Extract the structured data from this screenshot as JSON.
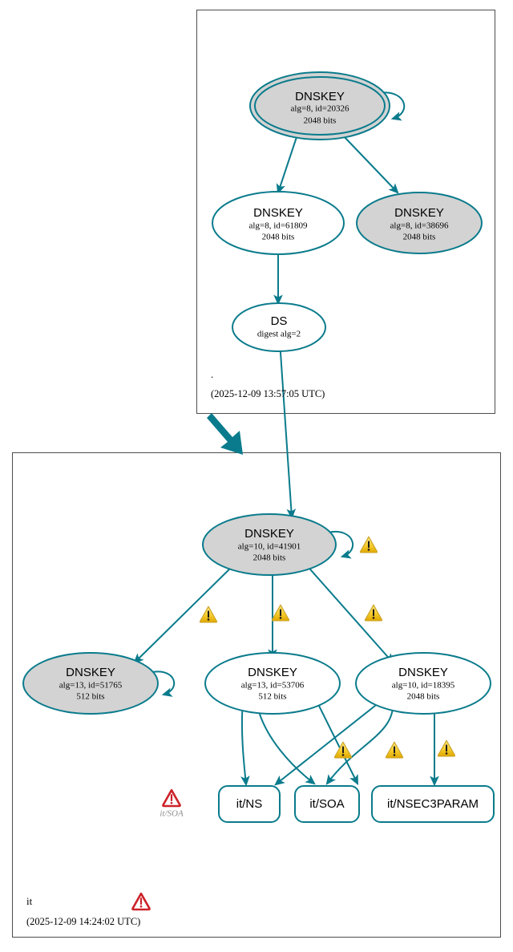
{
  "diagram": {
    "title": "DNSSEC authentication chain",
    "colors": {
      "edge": "#0a7b8c",
      "node_fill_secure": "#d3d3d3",
      "node_fill_open": "#ffffff",
      "zone_border": "#4d4d4d",
      "warning": "#f2c230",
      "error": "#cc2229"
    }
  },
  "zones": [
    {
      "id": "root",
      "name": ".",
      "timestamp": "(2025-12-09 13:57:05 UTC)",
      "nodes": [
        {
          "id": "root-ksk",
          "kind": "dnskey",
          "trust_anchor": true,
          "filled": true,
          "title": "DNSKEY",
          "line2": "alg=8, id=20326",
          "line3": "2048 bits"
        },
        {
          "id": "root-zsk-61809",
          "kind": "dnskey",
          "trust_anchor": false,
          "filled": false,
          "title": "DNSKEY",
          "line2": "alg=8, id=61809",
          "line3": "2048 bits"
        },
        {
          "id": "root-zsk-38696",
          "kind": "dnskey",
          "trust_anchor": false,
          "filled": true,
          "title": "DNSKEY",
          "line2": "alg=8, id=38696",
          "line3": "2048 bits"
        },
        {
          "id": "root-ds",
          "kind": "ds",
          "trust_anchor": false,
          "filled": false,
          "title": "DS",
          "line2": "digest alg=2",
          "line3": ""
        }
      ]
    },
    {
      "id": "it",
      "name": "it",
      "timestamp": "(2025-12-09 14:24:02 UTC)",
      "status_icon": "error-icon",
      "nodes": [
        {
          "id": "it-ksk-41901",
          "kind": "dnskey",
          "trust_anchor": false,
          "filled": true,
          "title": "DNSKEY",
          "line2": "alg=10, id=41901",
          "line3": "2048 bits"
        },
        {
          "id": "it-key-51765",
          "kind": "dnskey",
          "trust_anchor": false,
          "filled": true,
          "title": "DNSKEY",
          "line2": "alg=13, id=51765",
          "line3": "512 bits"
        },
        {
          "id": "it-key-53706",
          "kind": "dnskey",
          "trust_anchor": false,
          "filled": false,
          "title": "DNSKEY",
          "line2": "alg=13, id=53706",
          "line3": "512 bits"
        },
        {
          "id": "it-key-18395",
          "kind": "dnskey",
          "trust_anchor": false,
          "filled": false,
          "title": "DNSKEY",
          "line2": "alg=10, id=18395",
          "line3": "2048 bits"
        }
      ],
      "rrsets": [
        {
          "id": "it-ns",
          "label": "it/NS"
        },
        {
          "id": "it-soa",
          "label": "it/SOA"
        },
        {
          "id": "it-nsec3param",
          "label": "it/NSEC3PARAM"
        }
      ],
      "standalone_errors": [
        {
          "id": "it-soa-error",
          "label": "it/SOA",
          "icon": "error-icon"
        }
      ]
    }
  ],
  "warnings": [
    {
      "id": "warn-selfsig-41901",
      "icon": "warning-icon"
    },
    {
      "id": "warn-41901-to-51765",
      "icon": "warning-icon"
    },
    {
      "id": "warn-41901-to-53706",
      "icon": "warning-icon"
    },
    {
      "id": "warn-41901-to-18395",
      "icon": "warning-icon"
    },
    {
      "id": "warn-rrsig-soa",
      "icon": "warning-icon"
    },
    {
      "id": "warn-rrsig-ns",
      "icon": "warning-icon"
    },
    {
      "id": "warn-rrsig-nsec3param",
      "icon": "warning-icon"
    }
  ]
}
